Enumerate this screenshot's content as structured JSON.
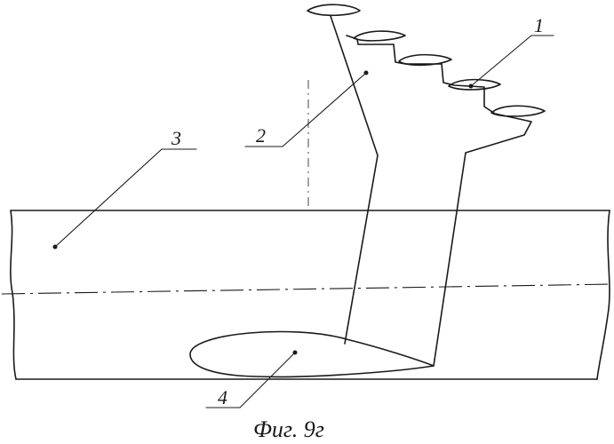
{
  "labels": {
    "blades": "1",
    "strut": "2",
    "fuselage": "3",
    "foil": "4"
  },
  "caption": "Фиг. 9г"
}
